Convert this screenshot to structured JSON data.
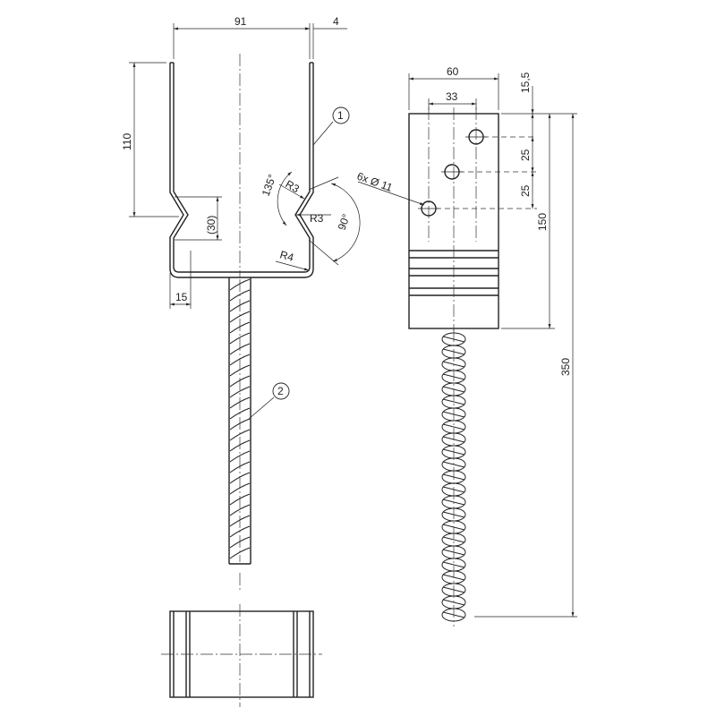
{
  "dimensions": {
    "front_width": "91",
    "sheet_thickness": "4",
    "leg_height": "110",
    "notch_height": "(30)",
    "bottom_offset": "15",
    "notch_angle": "135°",
    "bend_angle": "90°",
    "radius_upper": "R3",
    "radius_inner": "R3",
    "radius_base": "R4",
    "side_width": "60",
    "hole_spacing_x": "33",
    "top_edge_offset": "15,5",
    "hole_pitch_1": "25",
    "hole_pitch_2": "25",
    "plate_height": "150",
    "total_height": "350",
    "holes": "6x Ø 11"
  },
  "balloons": {
    "part_1": "1",
    "part_2": "2"
  }
}
